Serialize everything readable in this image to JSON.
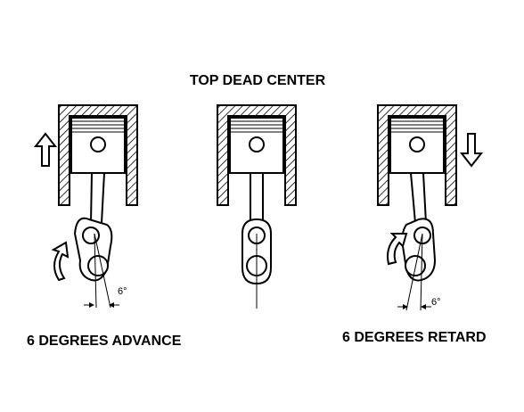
{
  "title": "TOP DEAD CENTER",
  "labels": {
    "advance": "6 DEGREES ADVANCE",
    "retard": "6 DEGREES RETARD"
  },
  "angles": {
    "advance_value": "6°",
    "retard_value": "6°"
  },
  "colors": {
    "ink": "#000000",
    "paper": "#ffffff"
  },
  "icons": {
    "up_arrow": "up-arrow-icon",
    "down_arrow": "down-arrow-icon",
    "curved_arrow": "curved-rotation-arrow-icon"
  }
}
